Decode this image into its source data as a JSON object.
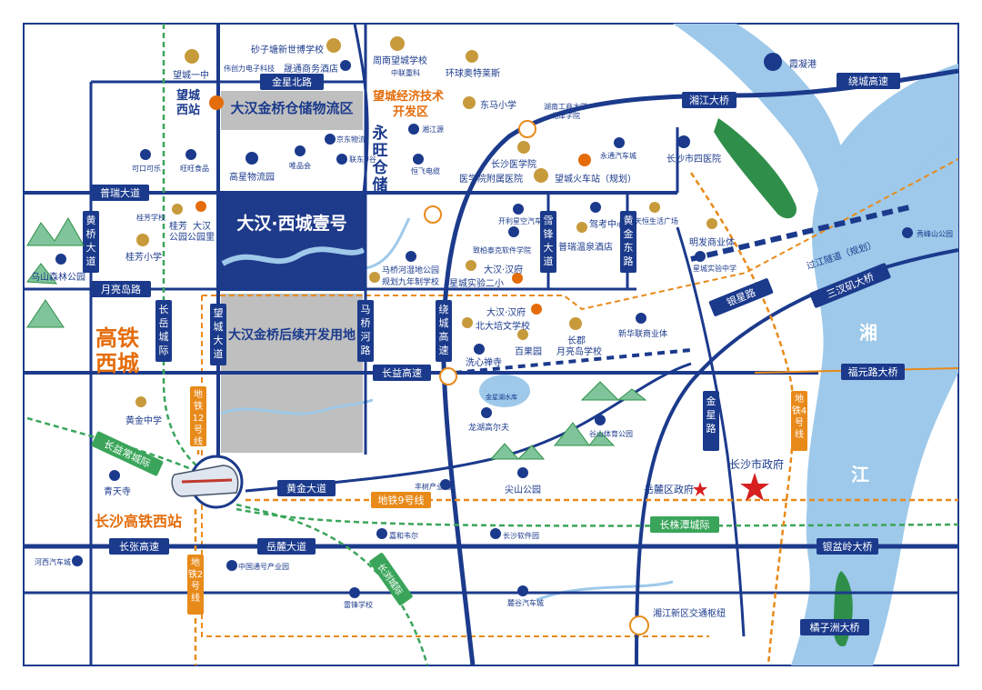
{
  "project": {
    "name": "大汉·西城壹号"
  },
  "zones": {
    "warehouse": "大汉金桥仓储物流区",
    "future_dev": "大汉金桥后续开发用地",
    "yongwang_storage": "永旺仓储",
    "econ_zone_l1": "望城经济技术",
    "econ_zone_l2": "开发区",
    "hsr_west_l1": "高铁",
    "hsr_west_l2": "西城",
    "hsr_station": "长沙高铁西站",
    "river_l1": "湘",
    "river_l2": "江"
  },
  "roads": {
    "jinxing_north": "金星北路",
    "purui": "普瑞大道",
    "yueliangdao": "月亮岛路",
    "huangqiao": "黄桥大道",
    "changyue": "长岳城际",
    "wangcheng_ave": "望城大道",
    "maqiaohe": "马桥河路",
    "raocheng": "绕城高速",
    "leifeng": "雷锋大道",
    "huangjin_east": "黄金东路",
    "changyi": "长益高速",
    "huangjin_ave": "黄金大道",
    "changzhang": "长张高速",
    "yuelu_ave": "岳麓大道",
    "changyichangcheng": "长益常城际",
    "metro12": "地铁12号线",
    "metro9": "地铁9号线",
    "metro2": "地铁2号线",
    "metro4": "地铁4号线",
    "changzhutan": "长株潭城际",
    "changmu": "长浏城际",
    "jinxing_road": "金星路",
    "yinxing": "银星路",
    "guojiang_tunnel": "过江隧道（规划）",
    "sancha_bridge": "三汊矶大桥",
    "fuyuan_bridge": "福元路大桥",
    "yinpenling_bridge": "银盆岭大桥",
    "juzizhou_bridge": "橘子洲大桥",
    "xiangjiang_bridge": "湘江大桥",
    "raocheng_top": "绕城高速"
  },
  "pois": {
    "wangcheng_no1": "望城一中",
    "shazitang": "砂子塘新世博学校",
    "weichuangli": "伟创力电子科技",
    "shengshang_hotel": "晟通商务酒店",
    "zhounan": "周南望城学校",
    "zhonglian": "中联重科",
    "huanqiu": "环球奥特莱斯",
    "xianing_port": "霞凝港",
    "wangcheng_west": "望城西站",
    "dongma": "东马小学",
    "hunan_business_l1": "湖南工商大学",
    "hunan_business_l2": "北津学院",
    "xiangjiangyuan": "湘江源",
    "jingdong": "京东物流",
    "kekoukele": "可口可乐",
    "wangwang": "旺旺食品",
    "gaoxing": "高星物流园",
    "weipinhui": "唯品会",
    "lianfeng": "联东U谷",
    "hengfei": "恒飞电缆",
    "changsha_medical": "长沙医学院",
    "medical_hospital": "医学院附属医院",
    "yongtong": "永通汽车城",
    "wangcheng_train": "望城火车站（规划）",
    "cs_no4_hospital": "长沙市四医院",
    "guifang_school": "桂芳学校",
    "guifang_park_l1": "桂芳",
    "guifang_park_l2": "公园",
    "dahan_park_l1": "大汉",
    "dahan_park_l2": "公园里",
    "guifang_primary": "桂芳小学",
    "wushan_forest": "乌山森林公园",
    "kailixing": "开利星空汽车城",
    "zhibaitai": "致柏泰克软件学院",
    "jiakao": "驾考中心",
    "tianheng": "天恒生活广场",
    "purui_hotel": "普瑞温泉酒店",
    "mingfa": "明发商业体",
    "xingcheng_middle": "星城实验中学",
    "xiuhu_park": "秀峰山公园",
    "maqiao_wetland": "马桥河湿地公园",
    "guihua_school": "规划九年制学校",
    "xingcheng_no2": "星城实验二小",
    "dahan_hanfu": "大汉·汉府",
    "beida_peiwen": "北大培文学校",
    "xixin_temple": "洗心禅寺",
    "baiguo": "百果园",
    "changjun_l1": "长郡",
    "changjun_l2": "月亮岛学校",
    "xinhualian": "新华联商业体",
    "huangjin_middle": "黄金中学",
    "jinshui_lake": "金星湖水库",
    "longhu_golf": "龙湖高尔夫",
    "gushan_sports": "谷山体育公园",
    "qingtian": "青天寺",
    "fengshu": "丰树产业园",
    "jianshan_park": "尖山公园",
    "yuelu_gov": "岳麓区政府",
    "cs_gov": "长沙市政府",
    "jiahe_ware": "嘉和韦尔",
    "changsha_software": "长沙软件园",
    "hexi_auto": "河西汽车城",
    "cn_telecom": "中国通号产业园",
    "leifeng_school": "雷锋学校",
    "lugu_auto": "麓谷汽车城",
    "xiangjiang_hub": "湘江新区交通枢纽"
  },
  "colors": {
    "road": "#1b3a8c",
    "label_bg": "#1b3a8c",
    "highlight_bg": "#1e3a8a",
    "river": "#9ec9ea",
    "zone_grey": "#bfbfbf",
    "metro_orange": "#e88a1a",
    "intercity_green": "#3aa55a",
    "accent_orange": "#e46c0a",
    "school_bg": "#c79a3c",
    "star": "#d62020"
  }
}
